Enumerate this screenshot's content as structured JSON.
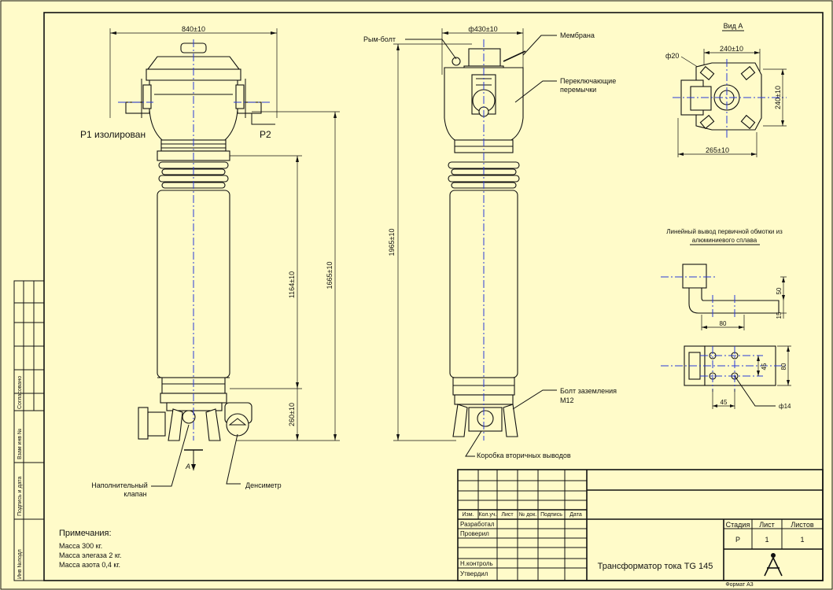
{
  "left_view": {
    "dim_width": "840±10",
    "dim_1164": "1164±10",
    "dim_1665": "1665±10",
    "dim_260": "260±10",
    "label_p1": "P1 изолирован",
    "label_p2": "P2",
    "label_valve": [
      "Наполнительный",
      "клапан"
    ],
    "label_densimeter": "Денсиметр",
    "label_arrow": "А"
  },
  "middle_view": {
    "dim_diameter": "ф430±10",
    "dim_height": "1965±10",
    "label_eyebolt": "Рым-болт",
    "label_membrane": "Мембрана",
    "label_jumpers": [
      "Переключающие",
      "перемычки"
    ],
    "label_ground_bolt": [
      "Болт заземления",
      "М12"
    ],
    "label_box": "Коробка вторичных выводов"
  },
  "view_a": {
    "title": "Вид А",
    "dim_diameter": "ф20",
    "dim_top": "240±10",
    "dim_side": "240±10",
    "dim_bottom": "265±10"
  },
  "terminal": {
    "title": [
      "Линейный вывод первичной обмотки из",
      "алюминиевого сплава"
    ],
    "dim_50": "50",
    "dim_15": "15",
    "dim_80_h": "80",
    "dim_45_v": "45",
    "dim_80_v": "80",
    "dim_45_h": "45",
    "dim_hole": "ф14"
  },
  "notes": {
    "heading": "Примечания:",
    "lines": [
      "Масса 300 кг.",
      "Масса элегаза 2 кг.",
      "Масса азота 0,4 кг."
    ]
  },
  "side_strip": {
    "agreed": "Согласовано",
    "inv_dubl": "Взам инв №",
    "sign_date": "Подпись и дата",
    "inv_orig": "Инв №подл"
  },
  "title_block": {
    "col_headers": [
      "Изм.",
      "Кол.уч.",
      "Лист",
      "№ док.",
      "Подпись",
      "Дата"
    ],
    "developed": "Разработал",
    "checked": "Проверил",
    "norm_control": "Н.контроль",
    "approved": "Утвердил",
    "stage_header": "Стадия",
    "sheet_header": "Лист",
    "sheets_header": "Листов",
    "stage_value": "Р",
    "sheet_value": "1",
    "sheets_value": "1",
    "title": "Трансформатор тока TG 145",
    "format": "Формат А3"
  }
}
